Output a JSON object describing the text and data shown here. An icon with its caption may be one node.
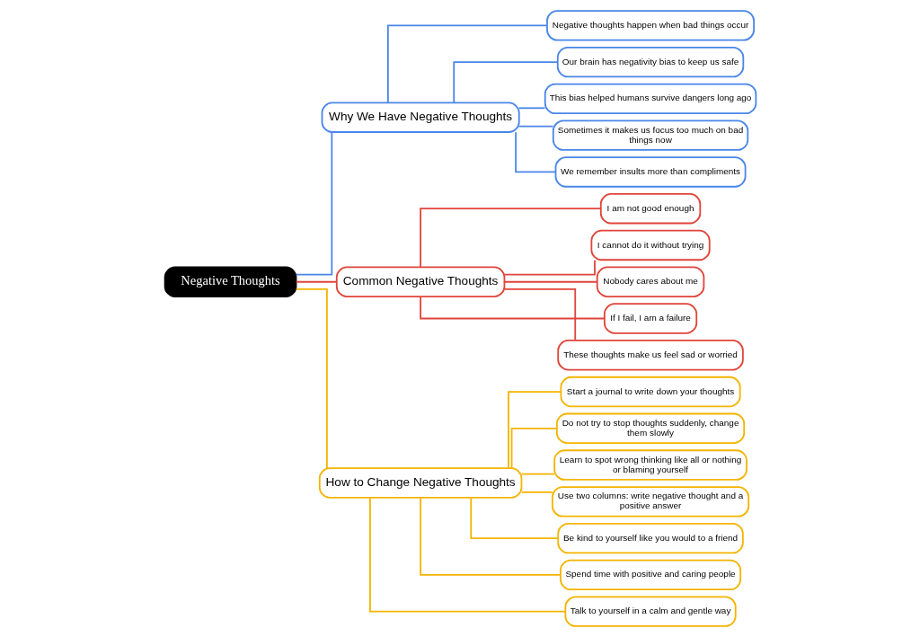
{
  "diagram": {
    "nodes": [
      {
        "text": [
          "Negative Thoughts"
        ]
      },
      {
        "text": [
          "Why We Have Negative Thoughts"
        ]
      },
      {
        "text": [
          "Negative thoughts happen when bad things occur"
        ]
      },
      {
        "text": [
          "Our brain has negativity bias to keep us safe"
        ]
      },
      {
        "text": [
          "This bias helped humans survive dangers long ago"
        ]
      },
      {
        "text": [
          "Sometimes it makes us focus too much on bad things now"
        ]
      },
      {
        "text": [
          "We remember insults more than compliments"
        ]
      },
      {
        "text": [
          "Common Negative Thoughts"
        ]
      },
      {
        "text": [
          "I am not good enough"
        ]
      },
      {
        "text": [
          "I cannot do it without trying"
        ]
      },
      {
        "text": [
          "Nobody cares about me"
        ]
      },
      {
        "text": [
          "If I fail, I am a failure"
        ]
      },
      {
        "text": [
          "These thoughts make us feel sad or worried"
        ]
      },
      {
        "text": [
          "How to Change Negative Thoughts"
        ]
      },
      {
        "text": [
          "Start a journal to write down your thoughts"
        ]
      },
      {
        "text": [
          "Do not try to stop thoughts suddenly, change them slowly"
        ]
      },
      {
        "text": [
          "Learn to spot wrong thinking like all or nothing or blaming yourself"
        ]
      },
      {
        "text": [
          "Use two columns: write negative thought and a positive answer"
        ]
      },
      {
        "text": [
          "Be kind to yourself like you would to a friend"
        ]
      },
      {
        "text": [
          "Spend time with positive and caring people"
        ]
      },
      {
        "text": [
          "Talk to yourself in a calm and gentle way"
        ]
      }
    ],
    "edges": [
      {
        "from": 0,
        "to": 1,
        "arrow": "none",
        "color": "#4a86e8"
      },
      {
        "from": 1,
        "to": 2,
        "arrow": "none",
        "color": "#4a86e8"
      },
      {
        "from": 1,
        "to": 3,
        "arrow": "none",
        "color": "#4a86e8"
      },
      {
        "from": 1,
        "to": 4,
        "arrow": "none",
        "color": "#4a86e8"
      },
      {
        "from": 1,
        "to": 5,
        "arrow": "none",
        "color": "#4a86e8"
      },
      {
        "from": 1,
        "to": 6,
        "arrow": "none",
        "color": "#4a86e8"
      },
      {
        "from": 0,
        "to": 7,
        "arrow": "none",
        "color": "#e0443a"
      },
      {
        "from": 7,
        "to": 8,
        "arrow": "none",
        "color": "#e0443a"
      },
      {
        "from": 7,
        "to": 9,
        "arrow": "none",
        "color": "#e0443a"
      },
      {
        "from": 7,
        "to": 10,
        "arrow": "none",
        "color": "#e0443a"
      },
      {
        "from": 7,
        "to": 11,
        "arrow": "none",
        "color": "#e0443a"
      },
      {
        "from": 7,
        "to": 12,
        "arrow": "none",
        "color": "#e0443a"
      },
      {
        "from": 0,
        "to": 13,
        "arrow": "none"
      },
      {
        "from": 13,
        "to": 14,
        "arrow": "none"
      },
      {
        "from": 13,
        "to": 15,
        "arrow": "none"
      },
      {
        "from": 13,
        "to": 16,
        "arrow": "none"
      },
      {
        "from": 13,
        "to": 17,
        "arrow": "none"
      },
      {
        "from": 13,
        "to": 18,
        "arrow": "none"
      },
      {
        "from": 13,
        "to": 19,
        "arrow": "none"
      },
      {
        "from": 13,
        "to": 20,
        "arrow": "none"
      }
    ]
  }
}
